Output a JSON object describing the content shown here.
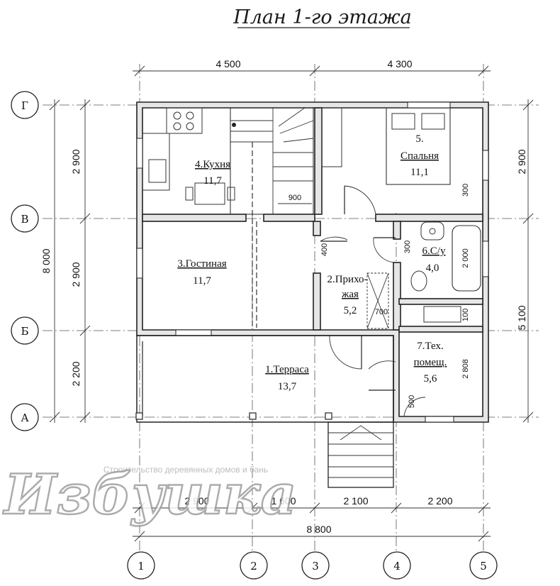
{
  "title": "План 1-го этажа",
  "top_dims": [
    "4 500",
    "4 300"
  ],
  "bottom_dims": [
    "2 900",
    "1 600",
    "2 100",
    "2 200"
  ],
  "total_width": "8 800",
  "left_dims": [
    "2 900",
    "2 900",
    "2 200"
  ],
  "total_height": "8 000",
  "right_dims": [
    "2 900",
    "5 100"
  ],
  "row_axes": [
    "Г",
    "В",
    "Б",
    "А"
  ],
  "col_axes": [
    "1",
    "2",
    "3",
    "4",
    "5"
  ],
  "rooms": {
    "kitchen": {
      "name": "4.Кухня",
      "area": "11,7"
    },
    "bedroom": {
      "num": "5.",
      "name": "Спальня",
      "area": "11,1"
    },
    "living": {
      "name": "3.Гостиная",
      "area": "11,7"
    },
    "hall": {
      "name1": "2.Прихо-",
      "name2": "жая",
      "area": "5,2"
    },
    "bath": {
      "name": "6.С/у",
      "area": "4,0"
    },
    "terrace": {
      "name": "1.Терраса",
      "area": "13,7"
    },
    "tech": {
      "name1": "7.Тех.",
      "name2": "помещ.",
      "area": "5,6"
    }
  },
  "inner_dims": {
    "d900": "900",
    "d300a": "300",
    "d400": "400",
    "d300b": "300",
    "d2000": "2 000",
    "d700": "700",
    "d100": "100",
    "d2808": "2 808",
    "d500": "500"
  },
  "watermark": {
    "brand": "Избушка",
    "tagline": "Строительство деревянных домов и бань"
  }
}
